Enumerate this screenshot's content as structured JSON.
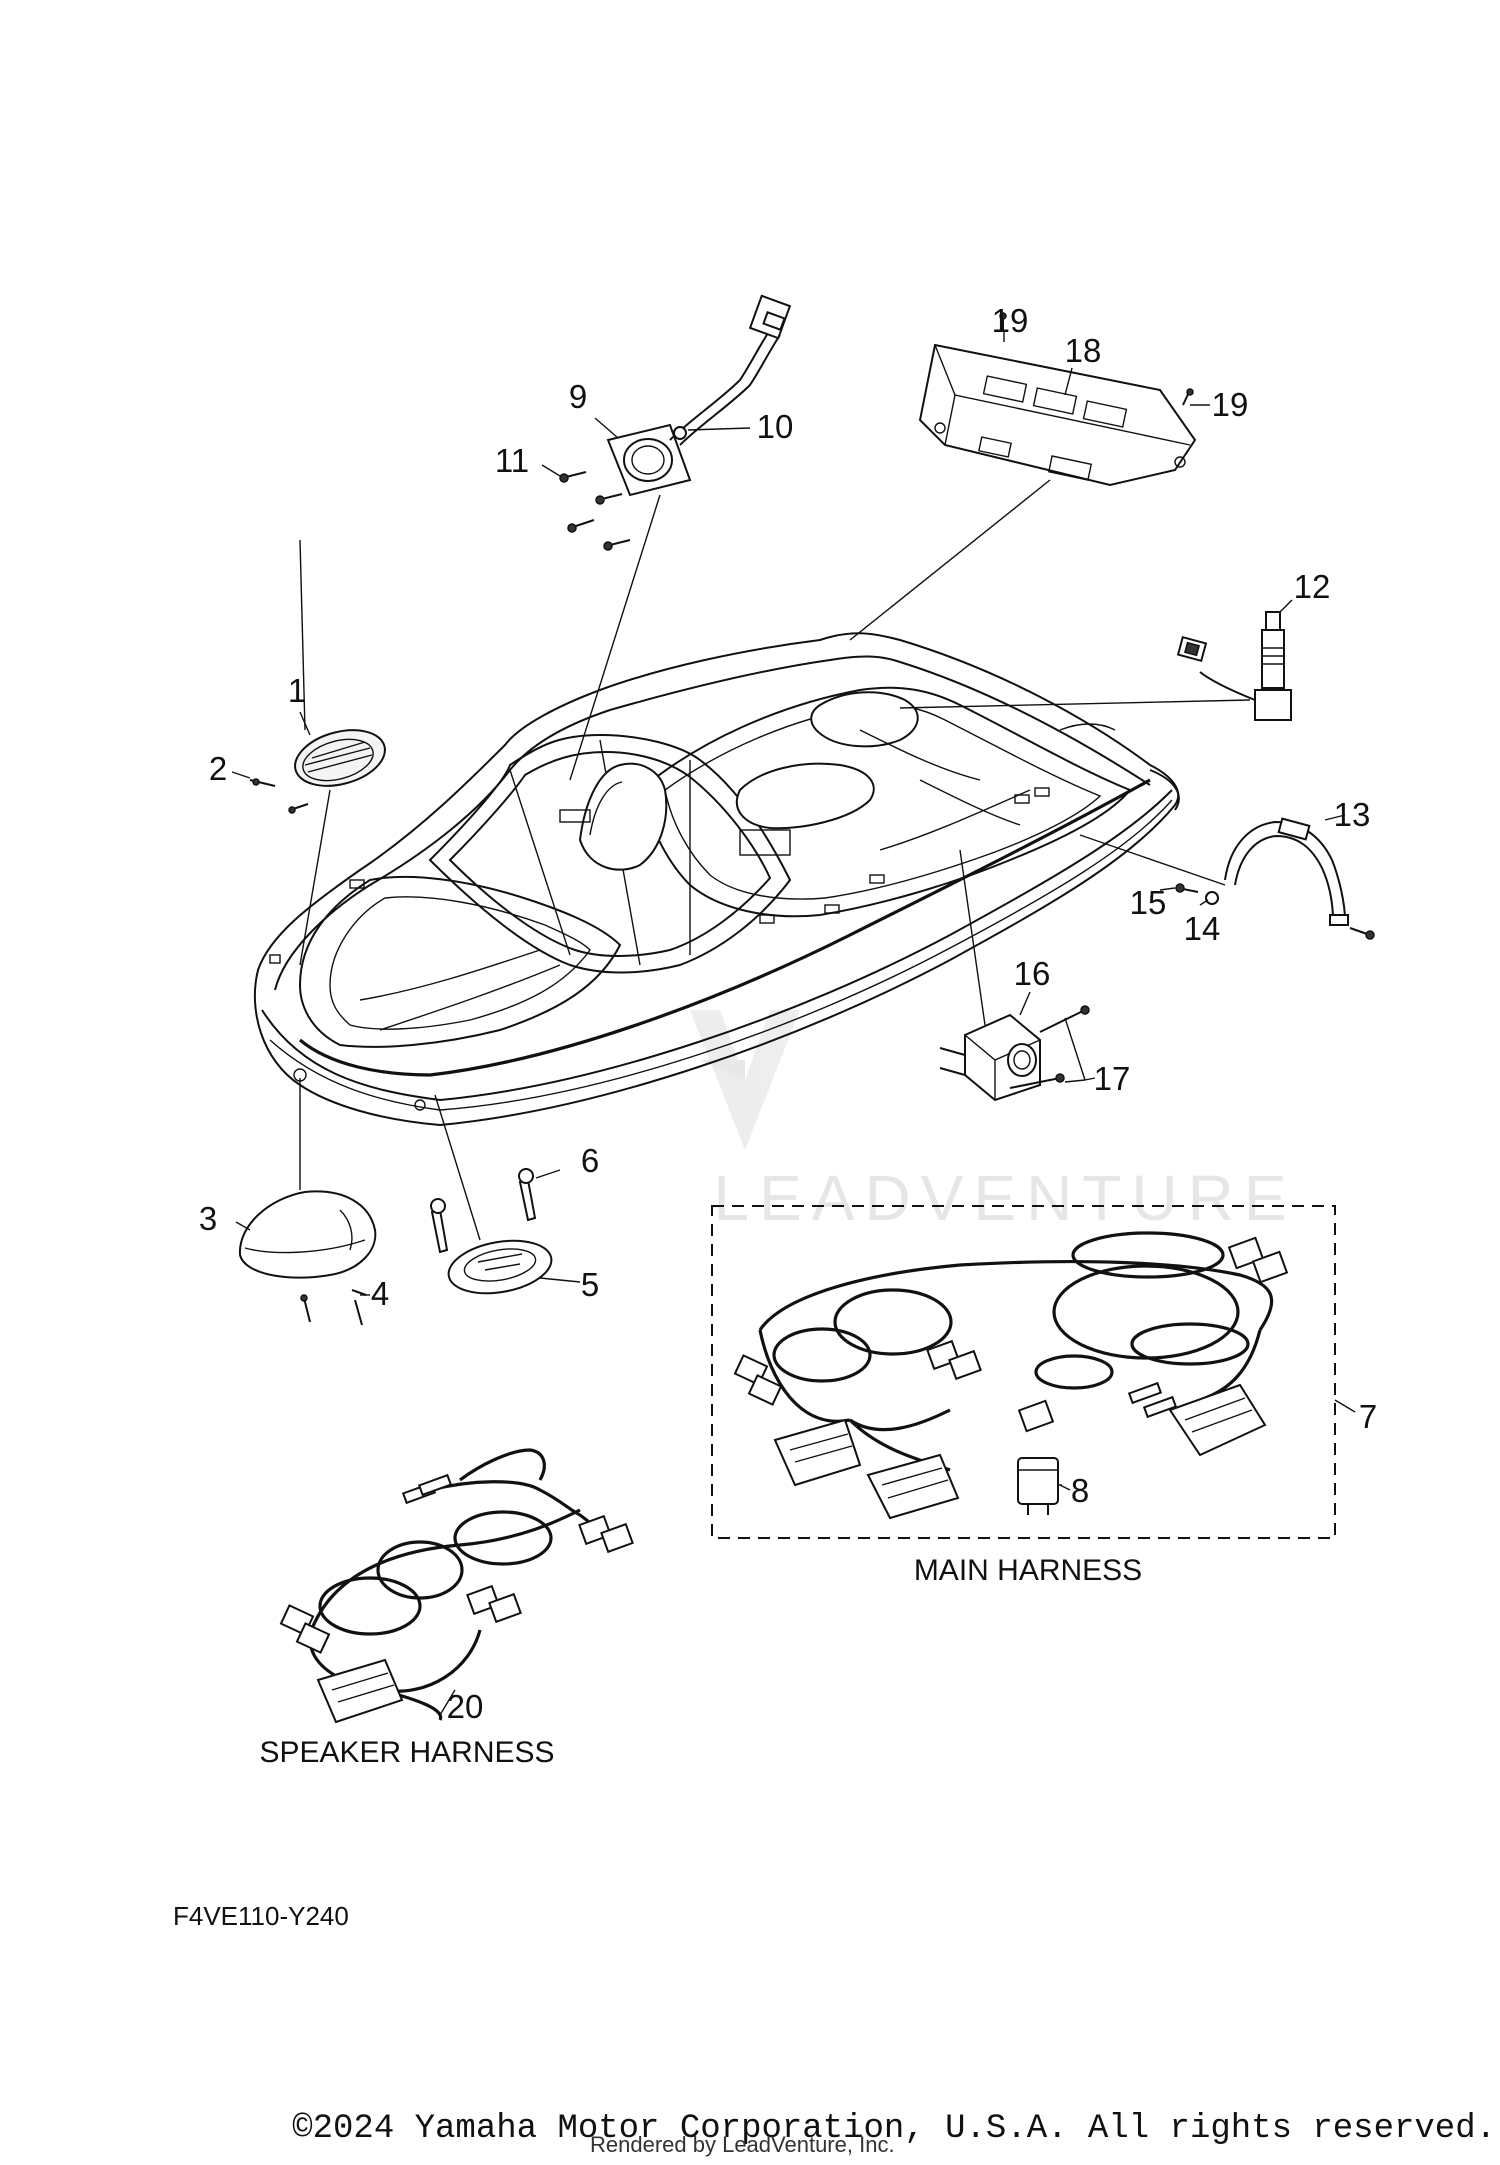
{
  "callouts": {
    "c1": "1",
    "c2": "2",
    "c3": "3",
    "c4": "4",
    "c5": "5",
    "c6": "6",
    "c7": "7",
    "c8": "8",
    "c9": "9",
    "c10": "10",
    "c11": "11",
    "c12": "12",
    "c13": "13",
    "c14": "14",
    "c15": "15",
    "c16": "16",
    "c17": "17",
    "c18": "18",
    "c19a": "19",
    "c19b": "19",
    "c20": "20"
  },
  "captions": {
    "main_harness": "MAIN HARNESS",
    "speaker_harness": "SPEAKER HARNESS"
  },
  "diagram_code": "F4VE110-Y240",
  "watermark": "LEADVENTURE",
  "footer": {
    "copyright": "©2024 Yamaha Motor Corporation, U.S.A. All rights reserved.",
    "rendered_by": "Rendered by LeadVenture, Inc."
  }
}
